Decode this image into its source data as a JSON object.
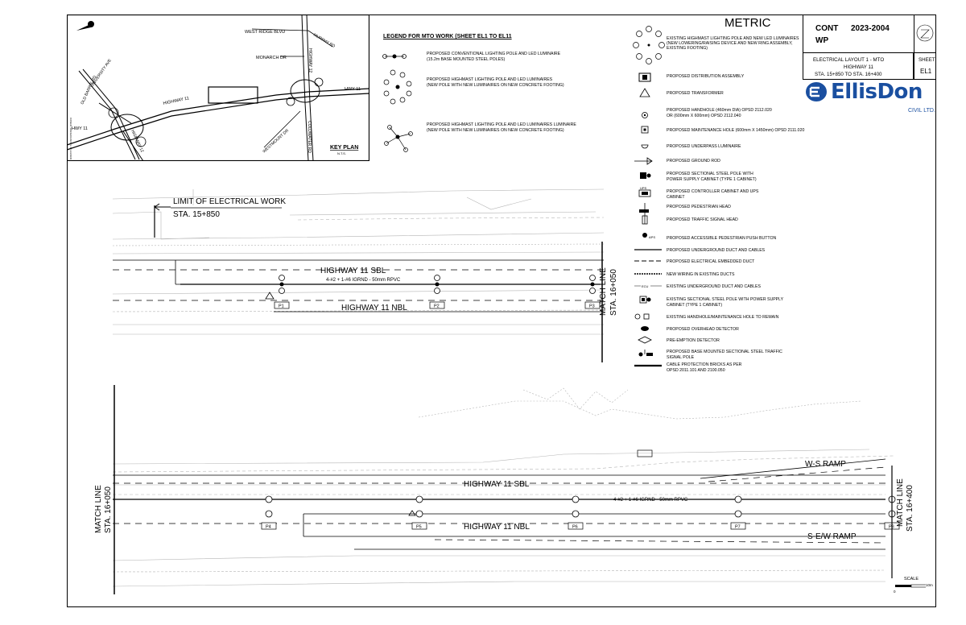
{
  "key_plan": {
    "title": "KEY PLAN",
    "scale_note": "N.T.S.",
    "labels": {
      "west_ridge": "WEST RIDGE BLVD",
      "murphy": "MURPHY RD",
      "monarch": "MONARCH DR",
      "highway12_north": "HIGHWAY 12",
      "university": "UNIVERSITY AVE",
      "old_barrie": "OLD BARRIE RD",
      "highway11": "HIGHWAY 11",
      "hwy11_east": "HWY 11",
      "hwy11_west": "HWY 11",
      "highway12_south": "HIGHWAY 12",
      "westmount": "WESTMOUNT DR",
      "coldwater": "COLDWATER RD",
      "ministry": "MINISTRY OF TRANSPORTATION, ONTARIO"
    }
  },
  "mto_legend": {
    "title": "LEGEND FOR MTO WORK (SHEET EL1 TO EL11",
    "items": [
      "PROPOSED CONVENTIONAL LIGHTING POLE AND LED LUMINAIRE\n(15.2m BASE MOUNTED STEEL POLES)",
      "PROPOSED HIGHMAST LIGHTING POLE AND LED LUMINAIRES\n(NEW POLE WITH NEW LUMINAIRES ON NEW CONCRETE FOOTING)",
      "PROPOSED HIGHMAST LIGHTING POLE AND LED LUMINAIRES LUMINAIRE\n(NEW POLE WITH NEW LUMINAIRES ON NEW CONCRETE FOOTING)"
    ]
  },
  "metric_legend": {
    "title": "METRIC",
    "items": [
      "EXISTING HIGHMAST LIGHTING POLE AND NEW LED LUMINAIRES\n(NEW LOWERING/RAISING DEVICE AND NEW RING ASSEMBLY,\nEXISTING FOOTING)",
      "PROPOSED DISTRIBUTION ASSEMBLY",
      "PROPOSED TRANSFORMER",
      "PROPOSED HANDHOLE (460mm DIA) OPSD 2112.020\nOR (600mm X 600mm) OPSD 2112.040",
      "PROPOSED MAINTENANCE HOLE (600mm X 1450mm) OPSD 2111.020",
      "PROPOSED UNDERPASS LUMINAIRE",
      "PROPOSED GROUND ROD",
      "PROPOSED SECTIONAL STEEL POLE WITH\nPOWER SUPPLY CABINET (TYPE 1 CABINET)",
      "PROPOSED CONTROLLER CABINET AND UPS\nCABINET",
      "PROPOSED PEDESTRIAN HEAD",
      "PROPOSED TRAFFIC SIGNAL HEAD",
      "PROPOSED ACCESSIBLE PEDESTRIAN PUSH BUTTON",
      "PROPOSED UNDERGROUND DUCT AND CABLES",
      "PROPOSED ELECTRICAL EMBEDDED DUCT",
      "NEW WIRING IN EXISTING DUCTS",
      "EXISTING UNDERGROUND DUCT AND CABLES",
      "EXISTING SECTIONAL STEEL POLE WITH POWER SUPPLY\nCABINET (TYPE 1 CABINET)",
      "EXISTING HANDHOLE/MAINTENANCE HOLE TO REMAIN",
      "PROPOSED OVERHEAD DETECTOR",
      "PRE-EMPTION DETECTOR",
      "PROPOSED BASE MOUNTED SECTIONAL STEEL TRAFFIC\nSIGNAL POLE",
      "CABLE PROTECTION BRICKS AS PER\nOPSD 2011.101 AND 2100.050"
    ],
    "symbol_text": {
      "ups": "UPS",
      "ecu": "ECU",
      "aps": "APS"
    }
  },
  "title_block": {
    "cont_label": "CONT",
    "cont_value": "2023-2004",
    "wp_label": "WP",
    "sheet_title": "ELECTRICAL LAYOUT 1 - MTO",
    "highway": "HIGHWAY 11",
    "stations": "STA. 15+850 TO STA. 16+400",
    "sheet_label": "SHEET",
    "sheet_value": "EL1",
    "company": "EllisDon",
    "company_sub": "CIVIL LTD."
  },
  "upper_plan": {
    "limit_text": "LIMIT OF ELECTRICAL WORK",
    "limit_sta": "STA. 15+850",
    "sbl": "HIGHWAY 11 SBL",
    "nbl": "HIGHWAY 11 NBL",
    "cable_note": "4-#2 + 1-#6 IGRND - 50mm RPVC",
    "poles": [
      "P1",
      "P2",
      "P3"
    ],
    "match_line": "MATCH LINE",
    "match_sta": "STA. 16+050"
  },
  "lower_plan": {
    "sbl": "HIGHWAY 11 SBL",
    "nbl": "HIGHWAY 11 NBL",
    "ws_ramp": "W-S RAMP",
    "sew_ramp": "S-E/W RAMP",
    "cable_note": "4-#2 + 1-#6 IGRND - 50mm RPVC",
    "poles": [
      "P4",
      "P5",
      "P6",
      "P7",
      "P8"
    ],
    "match_left": "MATCH LINE",
    "match_left_sta": "STA. 16+050",
    "match_right": "MATCH LINE",
    "match_right_sta": "STA. 16+400",
    "scale_label": "SCALE",
    "scale_zero": "0",
    "scale_end": "10m"
  }
}
